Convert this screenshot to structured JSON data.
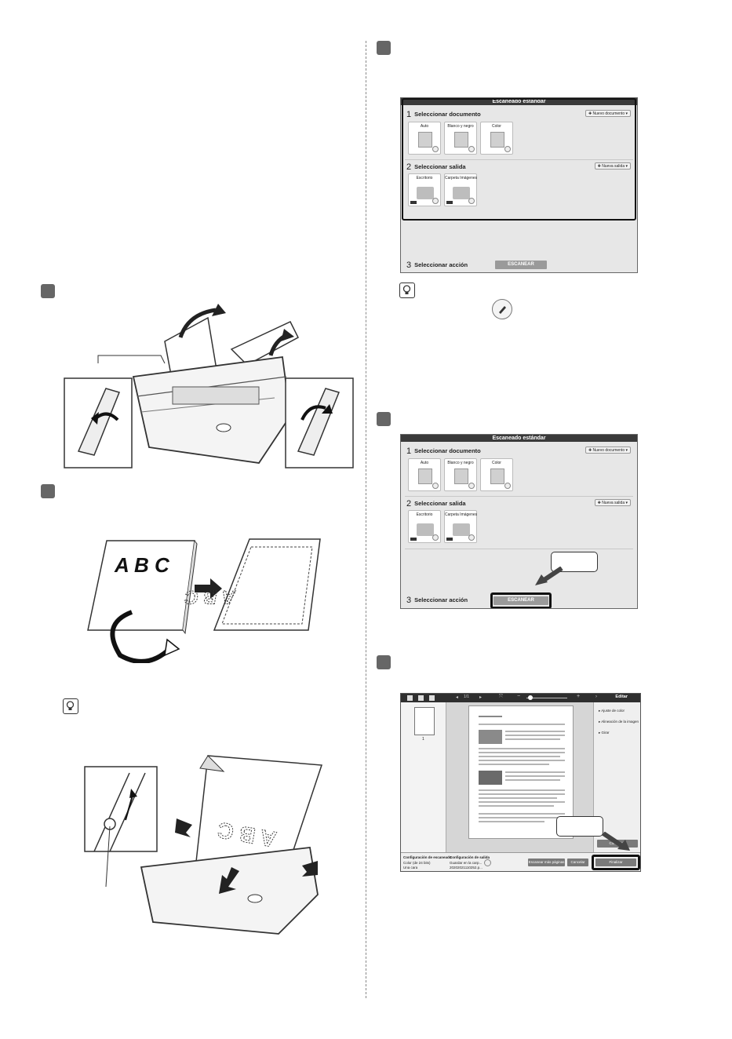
{
  "screen1": {
    "title": "Escaneado estándar",
    "section1": {
      "num": "1",
      "label": "Seleccionar documento",
      "button": "✚ Nuevo documento ▾"
    },
    "doc_tiles": [
      "Auto",
      "Blanco y negro",
      "Color"
    ],
    "section2": {
      "num": "2",
      "label": "Seleccionar salida",
      "button": "✚ Nueva salida ▾"
    },
    "out_tiles": [
      "Escritorio",
      "Carpeta Imágenes"
    ],
    "section3": {
      "num": "3",
      "label": "Seleccionar acción"
    },
    "scan_button": "ESCANEAR"
  },
  "screen2": {
    "title": "Escaneado estándar",
    "section1": {
      "num": "1",
      "label": "Seleccionar documento",
      "button": "✚ Nuevo documento ▾"
    },
    "doc_tiles": [
      "Auto",
      "Blanco y negro",
      "Color"
    ],
    "section2": {
      "num": "2",
      "label": "Seleccionar salida",
      "button": "✚ Nueva salida ▾"
    },
    "out_tiles": [
      "Escritorio",
      "Carpeta Imágenes"
    ],
    "section3": {
      "num": "3",
      "label": "Seleccionar acción"
    },
    "scan_button": "ESCANEAR"
  },
  "editor": {
    "title": "Editar",
    "page_indicator": "1/1",
    "thumb_number": "1",
    "side_items": [
      "Ajuste de color",
      "Alineación de la imagen",
      "Girar"
    ],
    "side_button": "Configurar",
    "scan_config_label": "Configuración de escaneado",
    "scan_config_lines": [
      "Color (de 24 bits)",
      "Una cara"
    ],
    "output_config_label": "Configuración de salida",
    "output_config_lines": [
      "Guardar en la carp...",
      "20202021110252.p..."
    ],
    "btn_more": "Escanear más páginas",
    "btn_cancel": "Cancelar",
    "btn_finish": "Finalizar"
  },
  "illustration": {
    "abc_text": "A B C"
  }
}
